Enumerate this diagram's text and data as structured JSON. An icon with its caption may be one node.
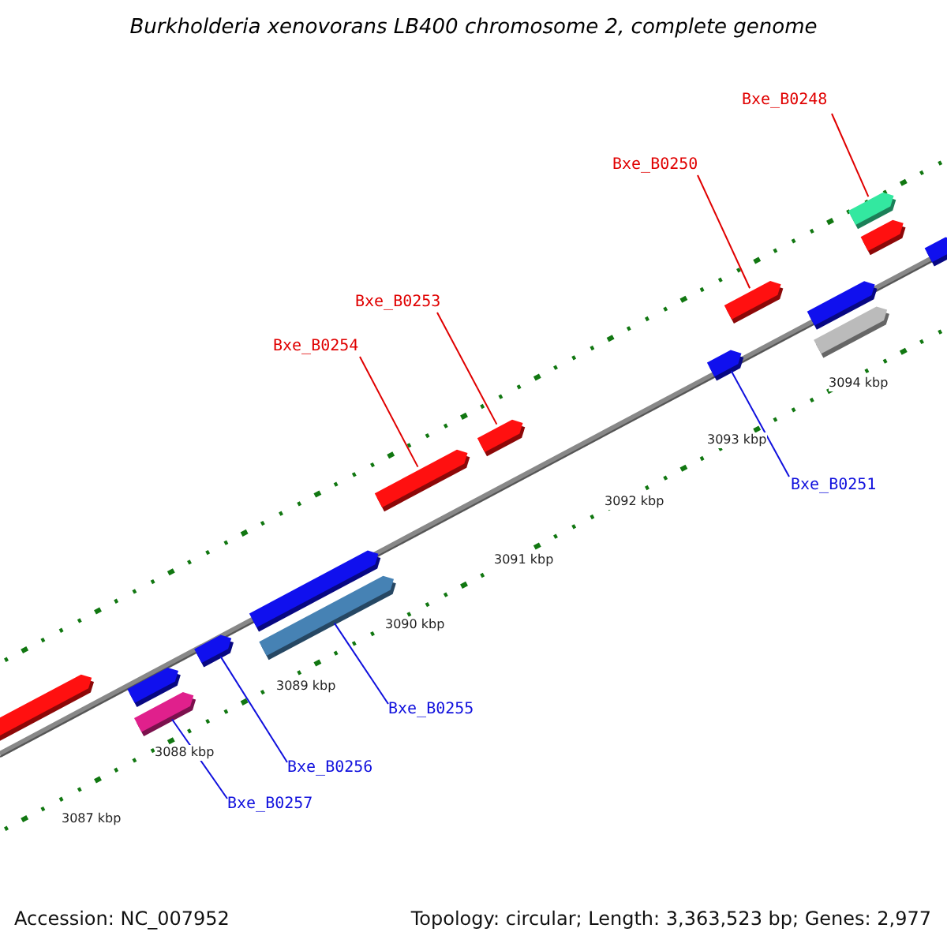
{
  "diagram": {
    "title": "Burkholderia xenovorans LB400 chromosome 2, complete genome",
    "nodes": [
      {
        "text": [
          "Bxe_B0248"
        ]
      },
      {
        "text": [
          "Bxe_B0250"
        ]
      },
      {
        "text": [
          "Bxe_B0253"
        ]
      },
      {
        "text": [
          "Bxe_B0254"
        ]
      },
      {
        "text": [
          "Bxe_B0251"
        ]
      },
      {
        "text": [
          "Bxe_B0255"
        ]
      },
      {
        "text": [
          "Bxe_B0256"
        ]
      },
      {
        "text": [
          "Bxe_B0257"
        ]
      },
      {
        "text": [],
        "shape": "box"
      },
      {
        "text": [],
        "shape": "box"
      },
      {
        "text": [],
        "shape": "box"
      },
      {
        "text": [],
        "shape": "box"
      },
      {
        "text": [],
        "shape": "box"
      },
      {
        "text": [],
        "shape": "box"
      },
      {
        "text": [],
        "shape": "box"
      },
      {
        "text": [],
        "shape": "box"
      },
      {
        "text": [],
        "shape": "box"
      },
      {
        "text": [],
        "shape": "box"
      },
      {
        "text": [],
        "shape": "box"
      },
      {
        "text": [],
        "shape": "box"
      },
      {
        "text": [],
        "shape": "box"
      },
      {
        "text": [],
        "shape": "box"
      },
      {
        "text": [],
        "shape": "box"
      }
    ],
    "edges": [
      {
        "from": 0,
        "to": 20,
        "arrow": "none"
      },
      {
        "from": 1,
        "to": 17,
        "arrow": "none"
      },
      {
        "from": 2,
        "to": 15,
        "arrow": "none"
      },
      {
        "from": 3,
        "to": 14,
        "arrow": "none"
      },
      {
        "from": 4,
        "to": 16,
        "arrow": "none",
        "color": "#1010dd"
      },
      {
        "from": 5,
        "to": 13,
        "arrow": "none",
        "color": "#1010dd"
      },
      {
        "from": 6,
        "to": 11,
        "arrow": "none",
        "color": "#1010dd"
      },
      {
        "from": 7,
        "to": 10,
        "arrow": "none",
        "color": "#1010dd"
      }
    ],
    "labels": [
      "3094 kbp",
      "3093 kbp",
      "3092 kbp",
      "3091 kbp",
      "3090 kbp",
      "3089 kbp",
      "3088 kbp",
      "3087 kbp",
      "Accession: NC_007952",
      "Topology: circular; Length: 3,363,523 bp; Genes: 2,977"
    ]
  }
}
